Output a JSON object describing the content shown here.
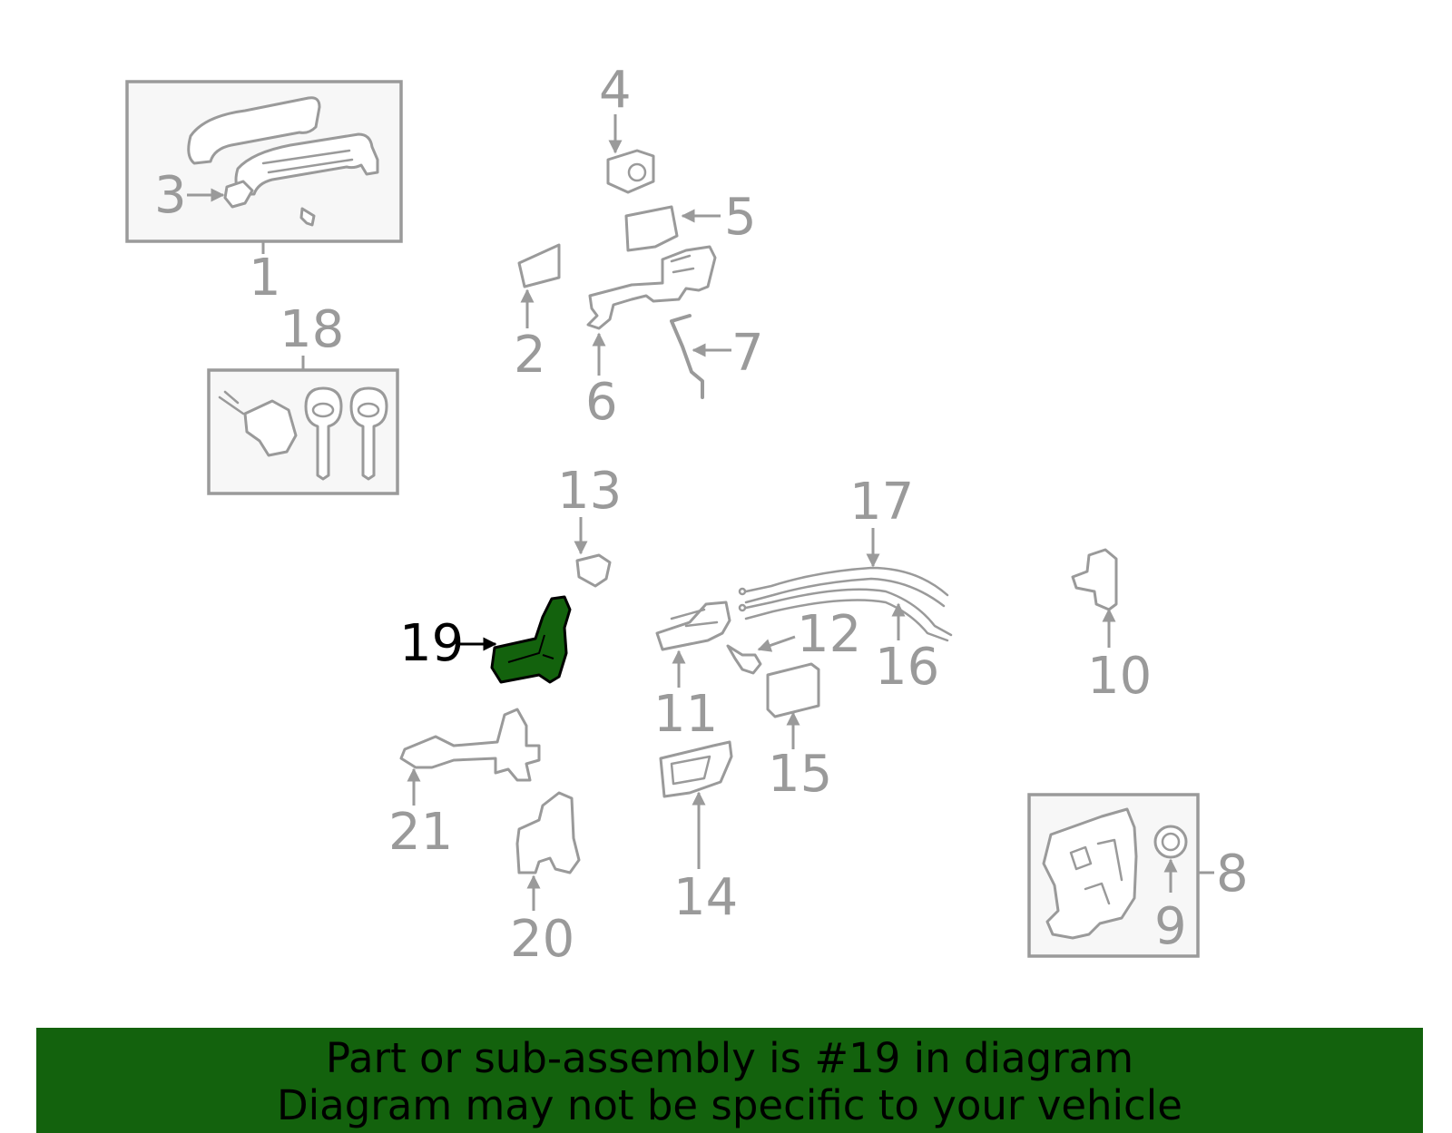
{
  "highlight": {
    "part_number": "19",
    "fill_color": "#13620d"
  },
  "callouts": {
    "c1": "1",
    "c2": "2",
    "c3": "3",
    "c4": "4",
    "c5": "5",
    "c6": "6",
    "c7": "7",
    "c8": "8",
    "c9": "9",
    "c10": "10",
    "c11": "11",
    "c12": "12",
    "c13": "13",
    "c14": "14",
    "c15": "15",
    "c16": "16",
    "c17": "17",
    "c18": "18",
    "c19": "19",
    "c20": "20",
    "c21": "21"
  },
  "banner": {
    "line1": "Part or sub-assembly is #19 in diagram",
    "line2": "Diagram may not be specific to your vehicle",
    "background_color": "#13620d"
  },
  "colors": {
    "line": "#9a9a9a",
    "highlight_text": "#000000"
  }
}
